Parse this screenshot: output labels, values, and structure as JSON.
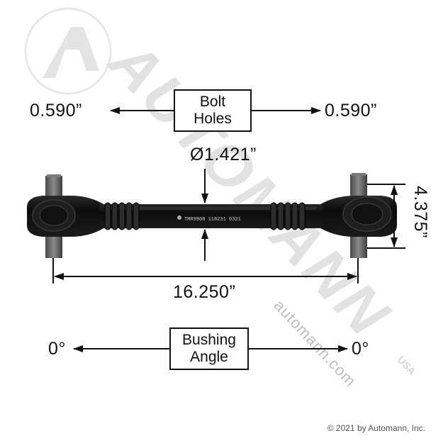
{
  "watermark": {
    "brand": "AUTOMANN",
    "usa": "USA",
    "url": "automann.com"
  },
  "bolt_holes": {
    "label_line1": "Bolt",
    "label_line2": "Holes",
    "left_value": "0.590”",
    "right_value": "0.590”"
  },
  "tube_diameter": "Ø1.421”",
  "length": "16.250”",
  "eye_width": "4.375”",
  "bushing_angle": {
    "label_line1": "Bushing",
    "label_line2": "Angle",
    "left_value": "0°",
    "right_value": "0°"
  },
  "part_marking": "TMR9908  118231  0321",
  "copyright": "© 2021 by Automann, Inc.",
  "colors": {
    "rod": "#141414",
    "pin": "#6b6b6b",
    "watermark": "#e3e3e3",
    "text": "#111111"
  }
}
